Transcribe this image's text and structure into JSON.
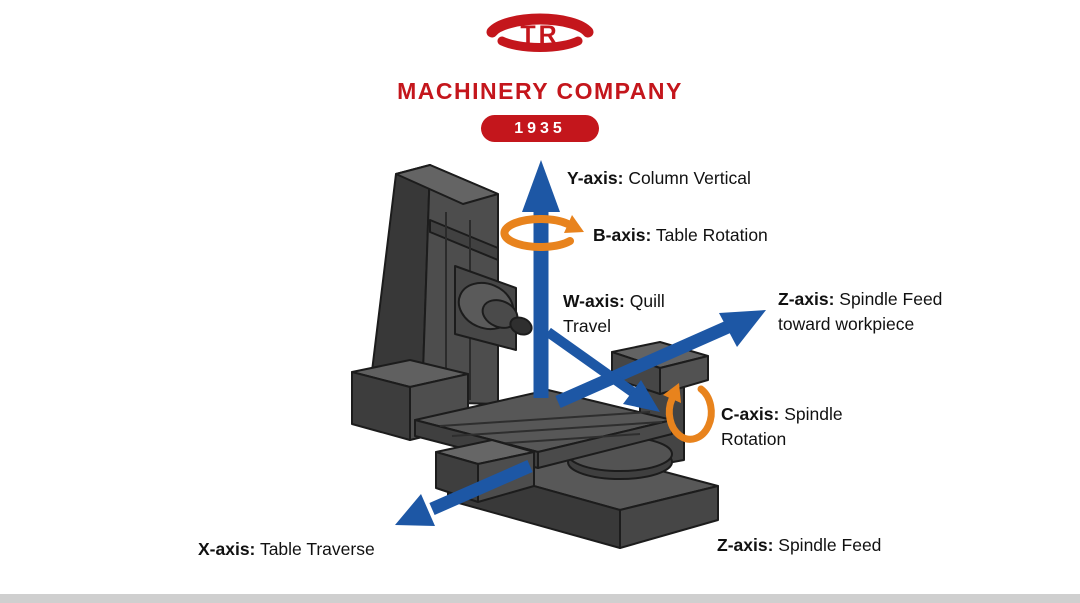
{
  "logo": {
    "monogram": "TR",
    "company_name": "MACHINERY COMPANY",
    "year": "1935"
  },
  "machine": {
    "alt": "Isometric illustration of a horizontal boring machine (dark gray) with axis-of-motion arrows"
  },
  "labels": {
    "y": {
      "axis": "Y-axis:",
      "text": "Column Vertical"
    },
    "b": {
      "axis": "B-axis:",
      "text": "Table Rotation"
    },
    "w": {
      "axis": "W-axis:",
      "text": "Quill Travel"
    },
    "z_upper": {
      "axis": "Z-axis:",
      "text": "Spindle Feed toward workpiece"
    },
    "c": {
      "axis": "C-axis:",
      "text": "Spindle Rotation"
    },
    "x": {
      "axis": "X-axis:",
      "text": "Table Traverse"
    },
    "z_lower": {
      "axis": "Z-axis:",
      "text": "Spindle Feed"
    }
  },
  "colors": {
    "arrow_blue": "#1d57a5",
    "rotation_orange": "#e8831d",
    "brand_red": "#c4161c",
    "machine_dark": "#3a3a3a",
    "machine_mid": "#4d4d4d",
    "machine_light": "#5f5f5f",
    "label_text": "#111111",
    "bottom_strip": "#cfcfcf"
  }
}
